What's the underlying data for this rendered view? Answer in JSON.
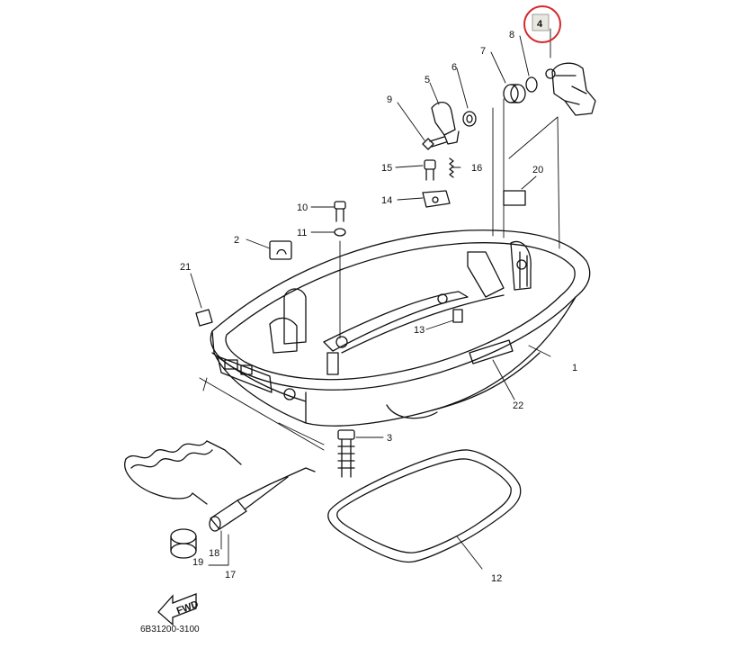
{
  "diagram": {
    "drawing_code": "6B31200-3100",
    "fwd_label": "FWD",
    "highlight_color": "#d42a2a",
    "highlighted_part": "4",
    "parts": [
      {
        "num": "1"
      },
      {
        "num": "2"
      },
      {
        "num": "3"
      },
      {
        "num": "4"
      },
      {
        "num": "5"
      },
      {
        "num": "6"
      },
      {
        "num": "7"
      },
      {
        "num": "8"
      },
      {
        "num": "9"
      },
      {
        "num": "10"
      },
      {
        "num": "11"
      },
      {
        "num": "12"
      },
      {
        "num": "13"
      },
      {
        "num": "14"
      },
      {
        "num": "15"
      },
      {
        "num": "16"
      },
      {
        "num": "17"
      },
      {
        "num": "18"
      },
      {
        "num": "19"
      },
      {
        "num": "20"
      },
      {
        "num": "21"
      },
      {
        "num": "22"
      }
    ]
  }
}
